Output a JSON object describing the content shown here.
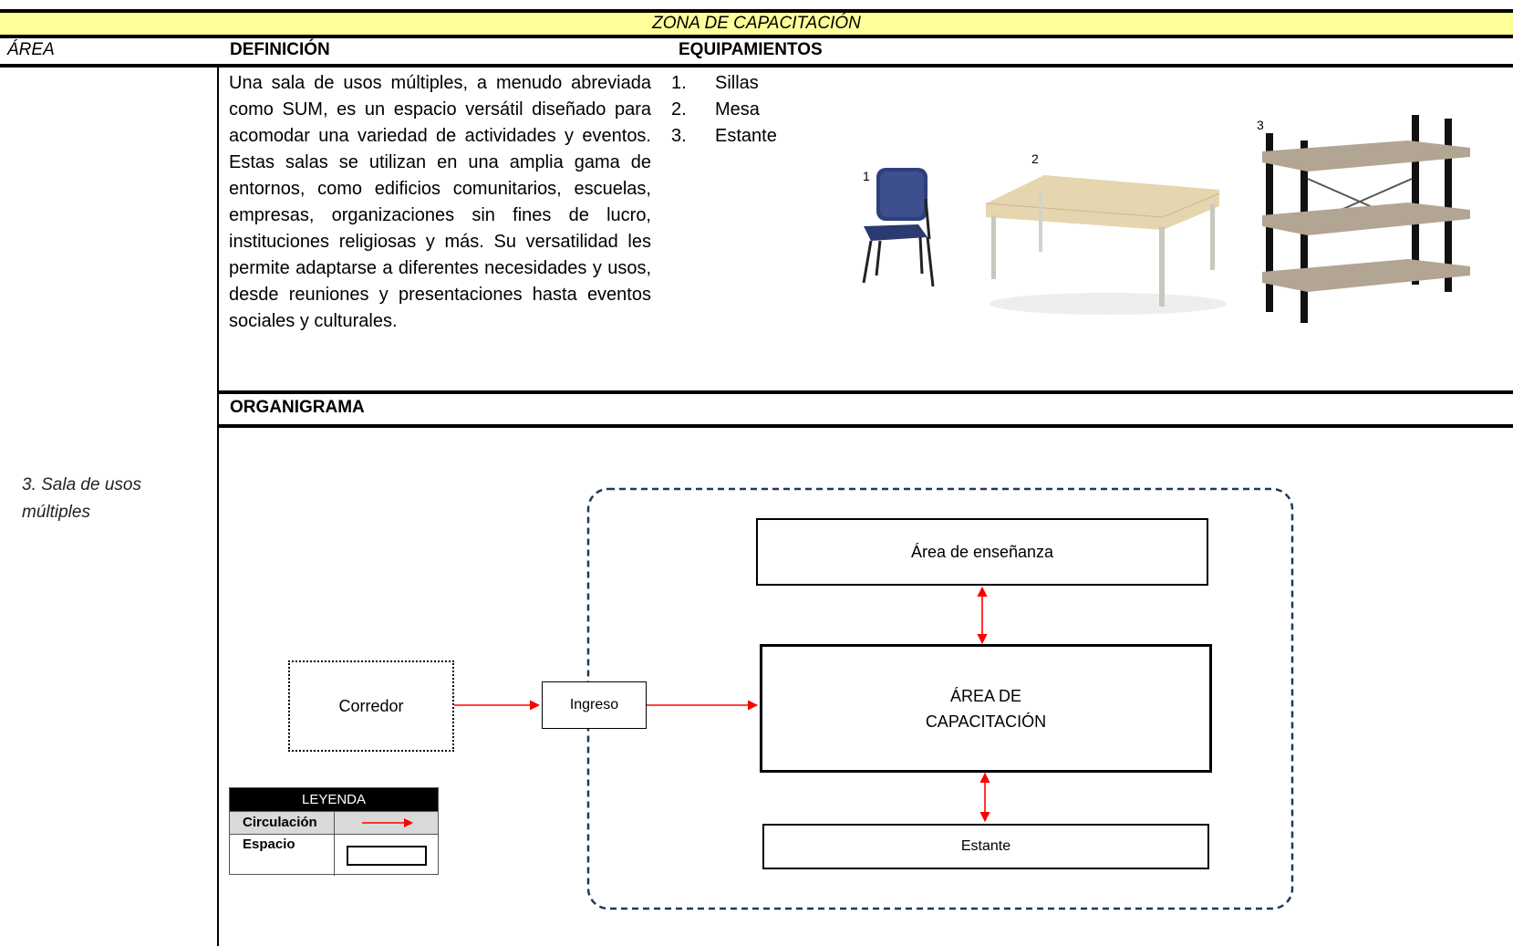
{
  "title": "ZONA DE CAPACITACIÓN",
  "headers": {
    "area": "ÁREA",
    "definicion": "DEFINICIÓN",
    "equipamientos": "EQUIPAMIENTOS",
    "organigrama": "ORGANIGRAMA"
  },
  "area_name": "3. Sala de usos múltiples",
  "definition": "Una sala de usos múltiples, a menudo abreviada como SUM, es un espacio versátil diseñado para acomodar una variedad de actividades y eventos. Estas salas se utilizan en una amplia gama de entornos, como edificios comunitarios, escuelas, empresas, organizaciones sin fines de lucro, instituciones religiosas y más. Su versatilidad les permite adaptarse a diferentes necesidades y usos, desde reuniones y presentaciones hasta eventos sociales y culturales.",
  "equipment": [
    {
      "num": "1.",
      "name": "Sillas",
      "img_label": "1"
    },
    {
      "num": "2.",
      "name": "Mesa",
      "img_label": "2"
    },
    {
      "num": "3.",
      "name": "Estante",
      "img_label": "3"
    }
  ],
  "diagram": {
    "corredor": "Corredor",
    "ingreso": "Ingreso",
    "ensenanza": "Área de enseñanza",
    "capacitacion_line1": "ÁREA DE",
    "capacitacion_line2": "CAPACITACIÓN",
    "estante": "Estante"
  },
  "legend": {
    "title": "LEYENDA",
    "circulacion": "Circulación",
    "espacio": "Espacio"
  },
  "colors": {
    "title_bg": "#ffff99",
    "arrow": "#ff0000",
    "dashed_border": "#1f3a5a",
    "legend_header": "#000000",
    "legend_row": "#d9d9d9"
  }
}
